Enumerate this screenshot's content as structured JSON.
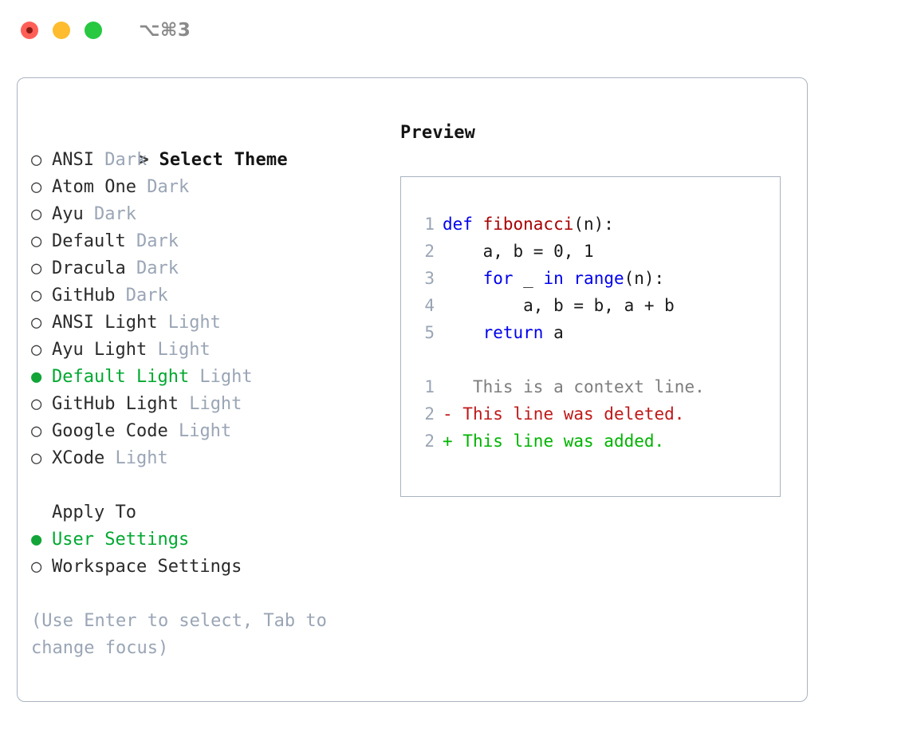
{
  "window": {
    "shortcut": "⌥⌘3",
    "traffic_lights": [
      "close-red",
      "minimize-yellow",
      "maximize-green"
    ],
    "colors": {
      "accent_green": "#00a830",
      "muted_gray": "#9aa5b5",
      "border": "#aab3c0",
      "keyword_blue": "#0000ee",
      "function_red": "#aa0000",
      "diff_deleted": "#c01818",
      "diff_added": "#00b300"
    }
  },
  "theme_picker": {
    "header": "Select Theme",
    "header_prefix": ">",
    "bullet_selected": "●",
    "bullet_unselected": "○",
    "items": [
      {
        "name": "ANSI",
        "variant": "Dark",
        "selected": false
      },
      {
        "name": "Atom One",
        "variant": "Dark",
        "selected": false
      },
      {
        "name": "Ayu",
        "variant": "Dark",
        "selected": false
      },
      {
        "name": "Default",
        "variant": "Dark",
        "selected": false
      },
      {
        "name": "Dracula",
        "variant": "Dark",
        "selected": false
      },
      {
        "name": "GitHub",
        "variant": "Dark",
        "selected": false
      },
      {
        "name": "ANSI Light",
        "variant": "Light",
        "selected": false
      },
      {
        "name": "Ayu Light",
        "variant": "Light",
        "selected": false
      },
      {
        "name": "Default Light",
        "variant": "Light",
        "selected": true
      },
      {
        "name": "GitHub Light",
        "variant": "Light",
        "selected": false
      },
      {
        "name": "Google Code",
        "variant": "Light",
        "selected": false
      },
      {
        "name": "XCode",
        "variant": "Light",
        "selected": false
      }
    ]
  },
  "apply_to": {
    "header": "Apply To",
    "options": [
      {
        "label": "User Settings",
        "selected": true
      },
      {
        "label": "Workspace Settings",
        "selected": false
      }
    ]
  },
  "hint": "(Use Enter to select, Tab to change focus)",
  "preview": {
    "title": "Preview",
    "code_lines": [
      {
        "num": "1",
        "tokens": [
          {
            "t": "def ",
            "c": "kw"
          },
          {
            "t": "fibonacci",
            "c": "fn"
          },
          {
            "t": "(n):",
            "c": "plain"
          }
        ]
      },
      {
        "num": "2",
        "tokens": [
          {
            "t": "    a, b = 0, 1",
            "c": "plain"
          }
        ]
      },
      {
        "num": "3",
        "tokens": [
          {
            "t": "    ",
            "c": "plain"
          },
          {
            "t": "for",
            "c": "kw"
          },
          {
            "t": " _ ",
            "c": "plain"
          },
          {
            "t": "in",
            "c": "kw"
          },
          {
            "t": " ",
            "c": "plain"
          },
          {
            "t": "range",
            "c": "kw"
          },
          {
            "t": "(n):",
            "c": "plain"
          }
        ]
      },
      {
        "num": "4",
        "tokens": [
          {
            "t": "        a, b = b, a + b",
            "c": "plain"
          }
        ]
      },
      {
        "num": "5",
        "tokens": [
          {
            "t": "    ",
            "c": "plain"
          },
          {
            "t": "return",
            "c": "kw"
          },
          {
            "t": " a",
            "c": "plain"
          }
        ]
      }
    ],
    "diff_lines": [
      {
        "num": "1",
        "sign": " ",
        "text": "  This is a context line.",
        "c": "ctx"
      },
      {
        "num": "2",
        "sign": "-",
        "text": " This line was deleted.",
        "c": "del"
      },
      {
        "num": "2",
        "sign": "+",
        "text": " This line was added.",
        "c": "add"
      }
    ]
  }
}
